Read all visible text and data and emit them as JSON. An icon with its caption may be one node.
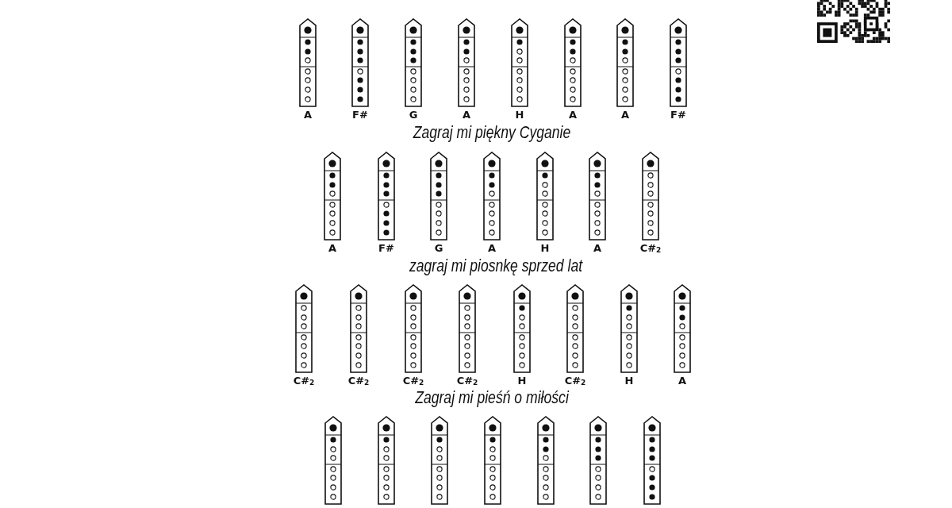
{
  "diagram": {
    "nodes": [
      {
        "text": [
          "A"
        ]
      },
      {
        "text": [
          "F#"
        ]
      },
      {
        "text": [
          "G"
        ]
      },
      {
        "text": [
          "A"
        ]
      },
      {
        "text": [
          "H"
        ]
      },
      {
        "text": [
          "A"
        ]
      },
      {
        "text": [
          "A"
        ]
      },
      {
        "text": [
          "F#"
        ]
      },
      {
        "text": [
          "A"
        ]
      },
      {
        "text": [
          "F#"
        ]
      },
      {
        "text": [
          "G"
        ]
      },
      {
        "text": [
          "A"
        ]
      },
      {
        "text": [
          "H"
        ]
      },
      {
        "text": [
          "A"
        ]
      },
      {
        "text": [
          "C#$_{2}$"
        ]
      },
      {
        "text": [
          "C#$_{2}$"
        ]
      },
      {
        "text": [
          "C#$_{2}$"
        ]
      },
      {
        "text": [
          "C#$_{2}$"
        ]
      },
      {
        "text": [
          "C#$_{2}$"
        ]
      },
      {
        "text": [
          "H"
        ]
      },
      {
        "text": [
          "C#$_{2}$"
        ]
      },
      {
        "text": [
          "H"
        ]
      },
      {
        "text": [
          "A"
        ]
      },
      {
        "text": [],
        "shape": "picture"
      },
      {
        "text": [],
        "shape": "picture"
      },
      {
        "text": [],
        "shape": "picture"
      },
      {
        "text": [],
        "shape": "picture"
      },
      {
        "text": [],
        "shape": "picture"
      },
      {
        "text": [],
        "shape": "picture"
      },
      {
        "text": [],
        "shape": "picture"
      }
    ],
    "labels": [
      "Zagraj mi piękny Cyganie",
      "zagraj mi piosnkę sprzed lat",
      "Zagraj mi pieśń o miłości"
    ]
  }
}
